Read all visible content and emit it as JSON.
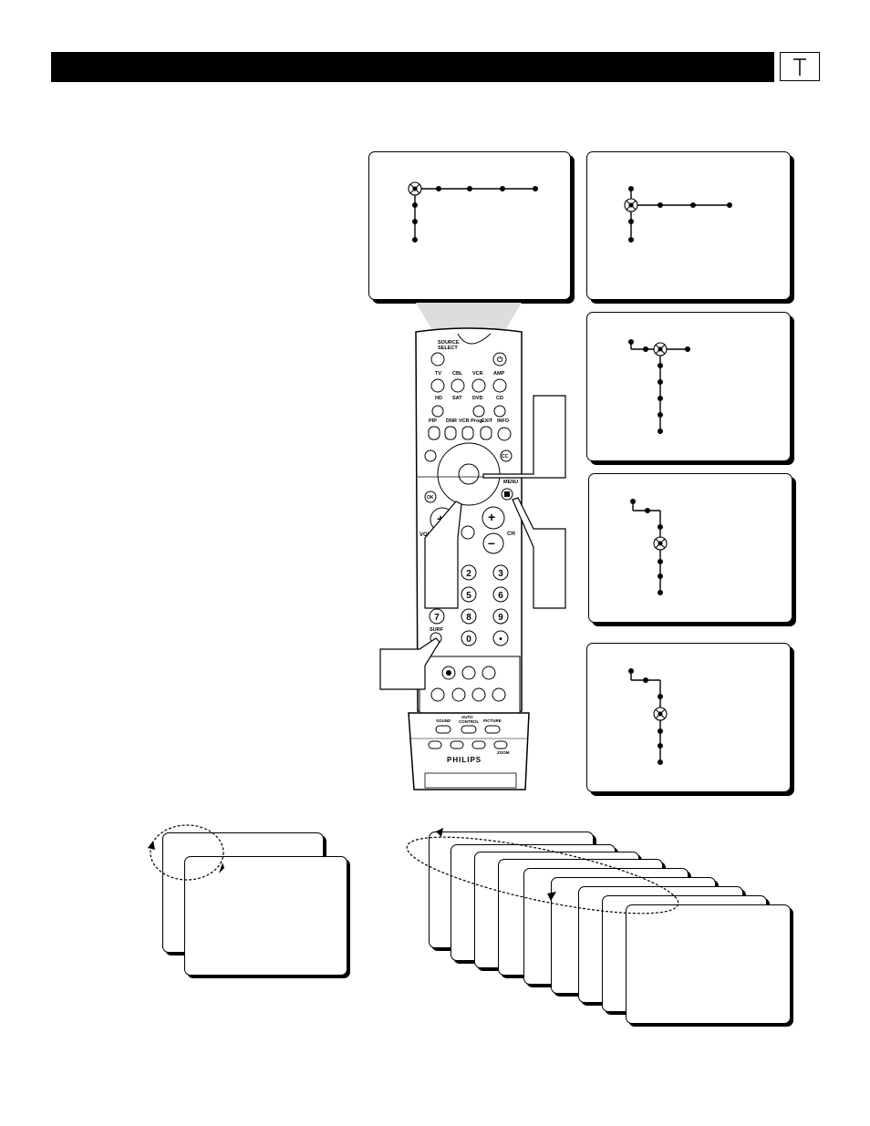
{
  "page": {
    "header_icon": "tab-marker-icon"
  },
  "remote": {
    "brand": "PHILIPS",
    "source_select": "SOURCE\nSELECT",
    "device_buttons_top": [
      "TV",
      "CBL",
      "VCR",
      "AMP"
    ],
    "device_buttons_bottom": [
      "HD",
      "SAT",
      "DVD",
      "CD"
    ],
    "function_buttons": [
      "PIP",
      "DNR",
      "VCR Prog.",
      "EXIT",
      "INFO"
    ],
    "ok_label": "OK",
    "cc_label": "CC",
    "menu_label": "MENU",
    "vol_label": "VOL",
    "ch_label": "CH",
    "surf_label": "SURF",
    "number_keys": [
      "2",
      "3",
      "5",
      "6",
      "7",
      "8",
      "9",
      "0",
      "•"
    ],
    "auto_labels": [
      "SOUND",
      "AUTO\nCONTROL",
      "PICTURE"
    ],
    "zoom_label": "ZOOM"
  }
}
